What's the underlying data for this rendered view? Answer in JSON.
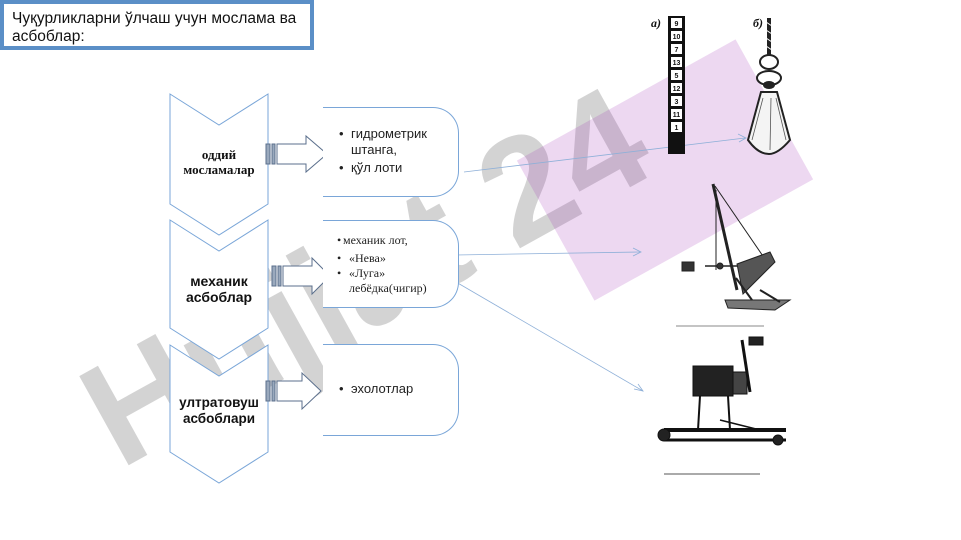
{
  "title": "Чуқурликларни ўлчаш учун мослама ва асбоблар:",
  "watermark": "Hujjat 24",
  "rows": [
    {
      "label_line1": "оддий",
      "label_line2": "мосламалар",
      "items": [
        "гидрометрик штанга,",
        "қўл лоти"
      ]
    },
    {
      "label_line1": "механик",
      "label_line2": "асбоблар",
      "items": [
        "механик лот,",
        "«Нева»",
        "«Луга» лебёдка(чигир)"
      ]
    },
    {
      "label_line1": "ултратовуш",
      "label_line2": "асбоблари",
      "items": [
        "эхолотлар"
      ]
    }
  ],
  "figure_a": {
    "panel_letter": "а)",
    "marks": [
      "9",
      "10",
      "7",
      "13",
      "5",
      "12",
      "3",
      "11",
      "1"
    ]
  },
  "figure_b": {
    "panel_letter": "б)"
  },
  "colors": {
    "accent": "#5b8fc7",
    "chevron_stroke": "#7aa6d8",
    "watermark": "#9e9e9e",
    "watermark_accent": "#9c27b0"
  }
}
